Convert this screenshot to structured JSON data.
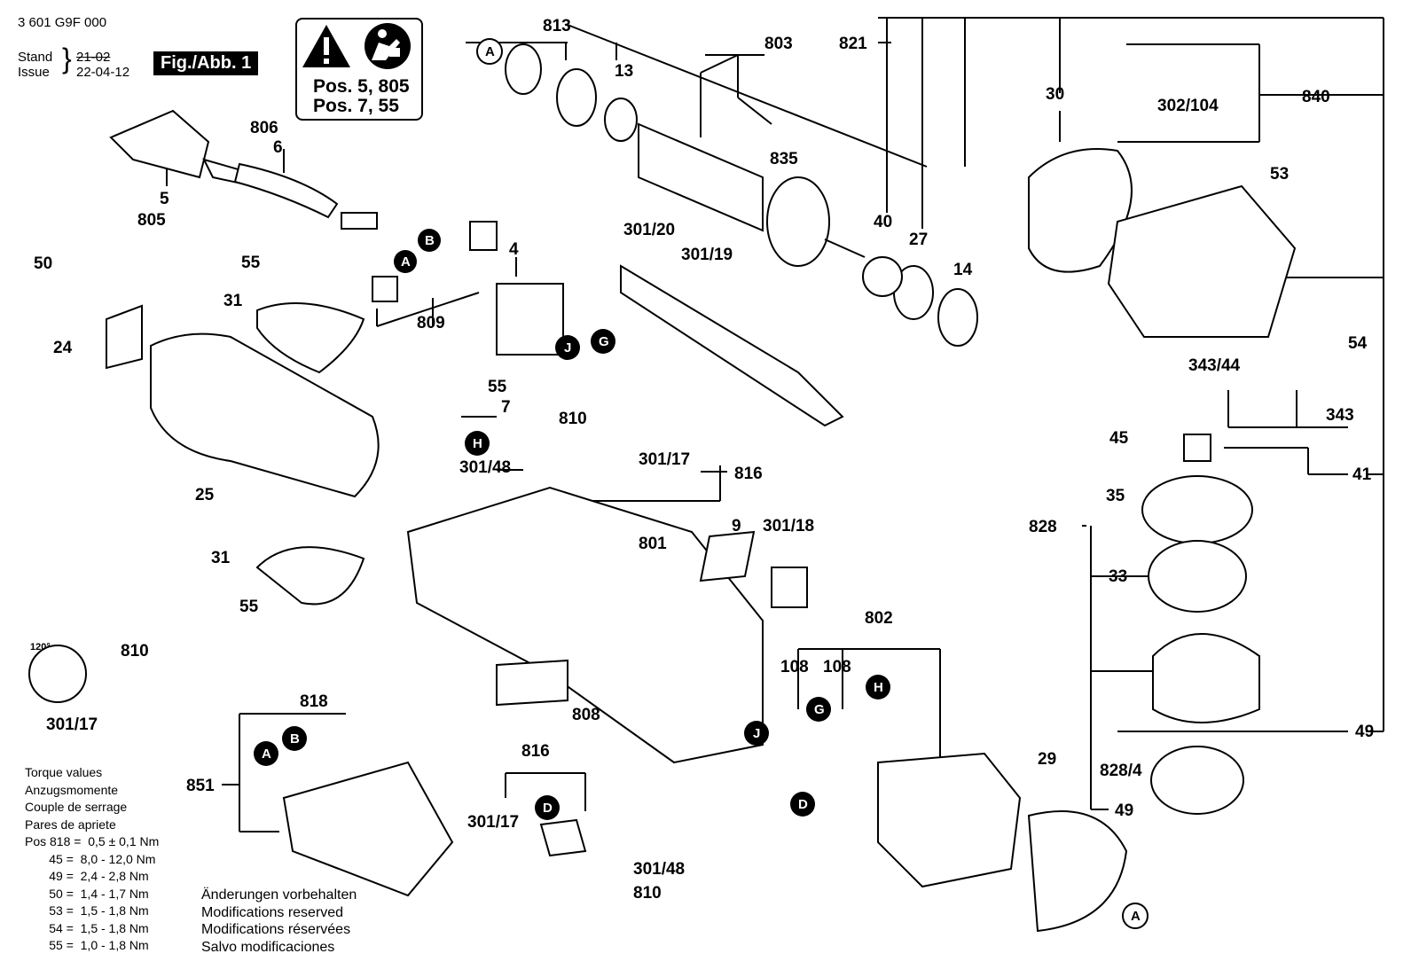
{
  "header": {
    "part_number": "3 601 G9F 000",
    "stand_label": "Stand",
    "issue_label": "Issue",
    "stand_date": "21-02",
    "issue_date": "22-04-12",
    "figure_label": "Fig./Abb. 1"
  },
  "warning": {
    "line1": "Pos. 5, 805",
    "line2": "Pos. 7, 55",
    "icons": [
      "warning-triangle-icon",
      "read-manual-icon"
    ]
  },
  "callouts": {
    "813": "813",
    "803": "803",
    "821": "821",
    "840": "840",
    "13": "13",
    "835": "835",
    "30": "30",
    "302_104": "302/104",
    "806": "806",
    "6": "6",
    "5": "5",
    "805": "805",
    "53": "53",
    "40": "40",
    "27": "27",
    "14": "14",
    "301_20": "301/20",
    "301_19": "301/19",
    "4": "4",
    "50": "50",
    "55a": "55",
    "31a": "31",
    "809": "809",
    "24": "24",
    "54": "54",
    "343_44": "343/44",
    "343": "343",
    "45": "45",
    "55b": "55",
    "7": "7",
    "810a": "810",
    "301_17a": "301/17",
    "816a": "816",
    "301_48a": "301/48",
    "41": "41",
    "25": "25",
    "35": "35",
    "9": "9",
    "301_18": "301/18",
    "801": "801",
    "828": "828",
    "31b": "31",
    "33": "33",
    "55c": "55",
    "802": "802",
    "810b": "810",
    "108a": "108",
    "108b": "108",
    "301_17b": "301/17",
    "818": "818",
    "808": "808",
    "49a": "49",
    "851": "851",
    "816b": "816",
    "29": "29",
    "828_4": "828/4",
    "49b": "49",
    "301_17c": "301/17",
    "301_48b": "301/48",
    "810c": "810",
    "120deg": "120°"
  },
  "letters": {
    "A": "A",
    "B": "B",
    "G": "G",
    "J": "J",
    "H": "H",
    "D": "D"
  },
  "torque": {
    "heading_lines": [
      "Torque values",
      "Anzugsmomente",
      "Couple de serrage",
      "Pares de apriete"
    ],
    "rows": [
      "Pos 818 =  0,5 ± 0,1 Nm",
      "       45 =  8,0 - 12,0 Nm",
      "       49 =  2,4 - 2,8 Nm",
      "       50 =  1,4 - 1,7 Nm",
      "       53 =  1,5 - 1,8 Nm",
      "       54 =  1,5 - 1,8 Nm",
      "       55 =  1,0 - 1,8 Nm"
    ]
  },
  "modifications": [
    "Änderungen vorbehalten",
    "Modifications reserved",
    "Modifications réservées",
    "Salvo modificaciones"
  ]
}
